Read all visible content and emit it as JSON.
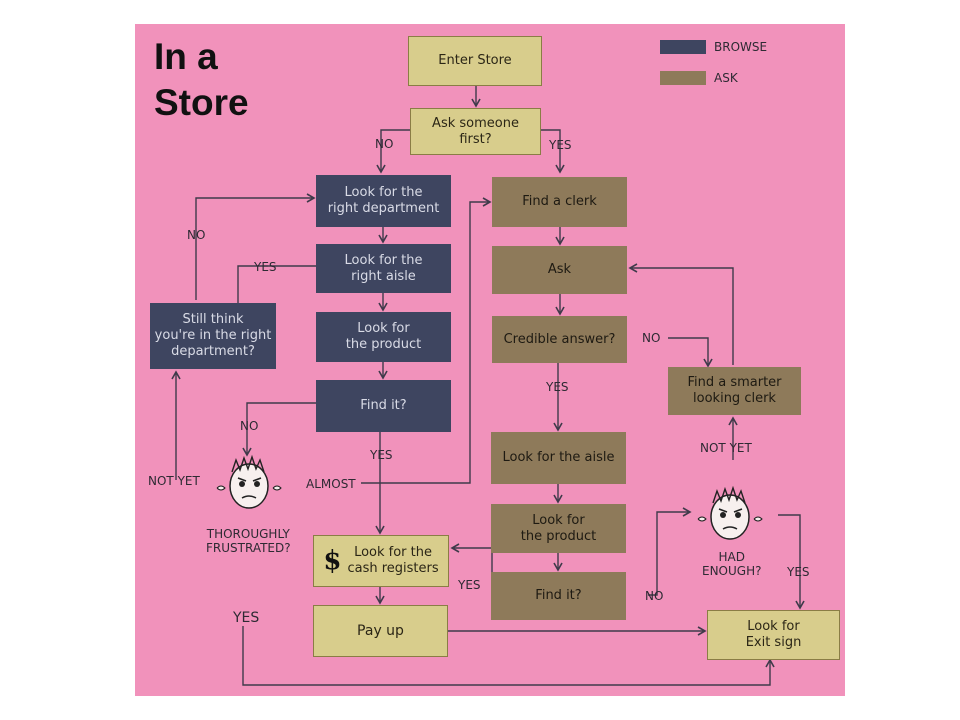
{
  "title": {
    "line1": "In a",
    "line2": "Store"
  },
  "legend": {
    "browse": "BROWSE",
    "ask": "ASK",
    "colors": {
      "browse": "#3e4560",
      "ask": "#8e7a5a"
    }
  },
  "nodes": {
    "enter_store": "Enter Store",
    "ask_first": "Ask someone\nfirst?",
    "right_department": "Look for the\nright department",
    "right_aisle": "Look for the\nright aisle",
    "browse_product": "Look for\nthe product",
    "browse_find_it": "Find it?",
    "still_think": "Still think\nyou're in the right\ndepartment?",
    "find_clerk": "Find a clerk",
    "ask": "Ask",
    "credible": "Credible answer?",
    "smarter_clerk": "Find a smarter\nlooking clerk",
    "aisle": "Look for the aisle",
    "ask_product": "Look for\nthe product",
    "ask_find_it": "Find it?",
    "cash_registers": "Look for the\ncash registers",
    "pay_up": "Pay up",
    "exit_sign": "Look for\nExit sign",
    "dollar": "$"
  },
  "labels": {
    "no_left": "NO",
    "yes_right": "YES",
    "no_loop": "NO",
    "yes_loop": "YES",
    "no_find": "NO",
    "yes_find": "YES",
    "not_yet_left": "NOT YET",
    "almost": "ALMOST",
    "frustrated": "THOROUGHLY\nFRUSTRATED?",
    "yes_frustrated": "YES",
    "no_credible": "NO",
    "yes_credible": "YES",
    "not_yet_right": "NOT YET",
    "had_enough": "HAD\nENOUGH?",
    "yes_enough": "YES",
    "yes_find2": "YES",
    "no_find2": "NO"
  }
}
